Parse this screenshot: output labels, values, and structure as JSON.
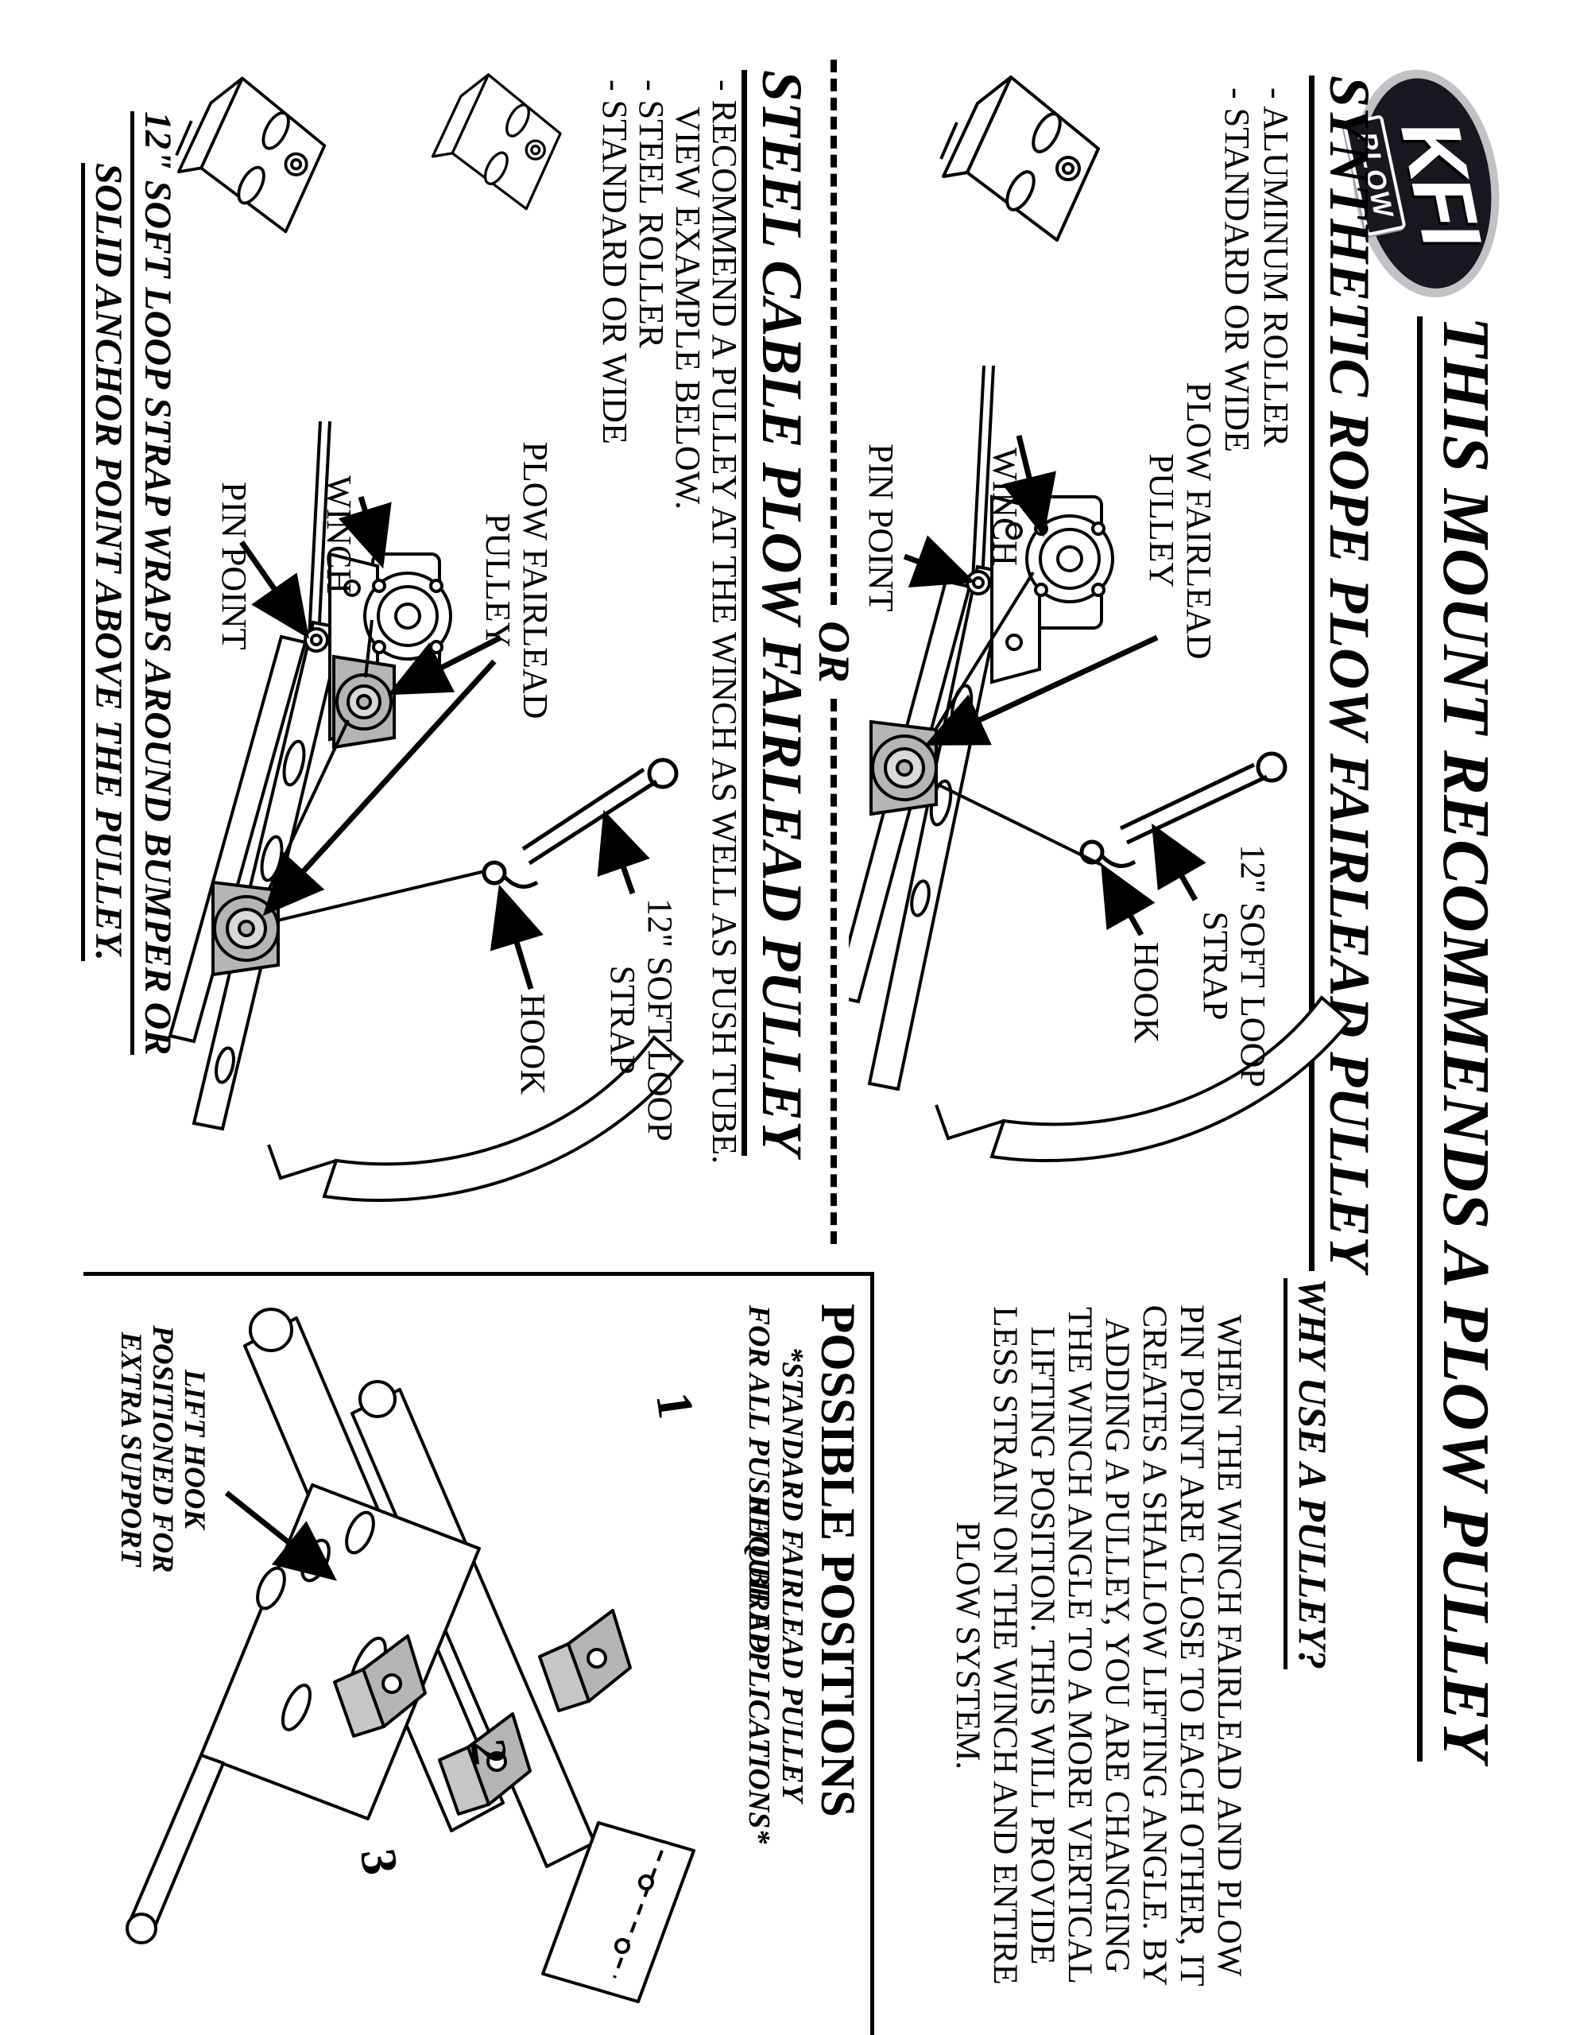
{
  "logo": {
    "brand": "KFI",
    "sub": "PLOW"
  },
  "title": "THIS MOUNT RECOMMENDS A PLOW PULLEY",
  "synthetic": {
    "heading": "SYNTHETIC ROPE PLOW FAIRLEAD PULLEY",
    "bullets": [
      "- ALUMINUM ROLLER",
      "- STANDARD OR WIDE"
    ],
    "labels": {
      "pulley_line1": "PLOW FAIRLEAD",
      "pulley_line2": "PULLEY",
      "winch": "WINCH",
      "pin_point": "PIN POINT",
      "strap_line1": "12\" SOFT LOOP",
      "strap_line2": "STRAP",
      "hook": "HOOK"
    }
  },
  "divider": {
    "or_label": "OR"
  },
  "steel": {
    "heading": "STEEL CABLE PLOW FAIRLEAD PULLEY",
    "bullets": [
      "- RECOMMEND A PULLEY AT THE WINCH AS WELL AS PUSH TUBE.",
      "VIEW EXAMPLE BELOW.",
      "- STEEL ROLLER",
      "- STANDARD OR WIDE"
    ],
    "labels": {
      "pulley_line1": "PLOW FAIRLEAD",
      "pulley_line2": "PULLEY",
      "winch": "WINCH",
      "pin_point": "PIN POINT",
      "strap_line1": "12\" SOFT LOOP",
      "strap_line2": "STRAP",
      "hook": "HOOK"
    }
  },
  "anchor_note": {
    "line1": "12\" SOFT LOOP STRAP WRAPS AROUND BUMPER OR",
    "line2": "SOLID ANCHOR POINT ABOVE THE PULLEY."
  },
  "why": {
    "heading": "WHY USE A PULLEY?",
    "lines": [
      "WHEN THE WINCH FAIRLEAD AND PLOW",
      "PIN POINT ARE CLOSE TO EACH OTHER, IT",
      "CREATES A SHALLOW LIFTING ANGLE. BY",
      "ADDING A PULLEY, YOU ARE CHANGING",
      "THE WINCH ANGLE TO A MORE VERTICAL",
      "LIFTING POSITION. THIS WILL PROVIDE",
      "LESS STRAIN ON THE WINCH AND ENTIRE",
      "PLOW SYSTEM."
    ]
  },
  "positions": {
    "heading": "POSSIBLE POSITIONS",
    "note_line1": "*STANDARD FAIRLEAD PULLEY REQUIRED",
    "note_line2": "FOR ALL PUSH TUBE APPLICATIONS*",
    "numbers": [
      "1",
      "2",
      "3"
    ],
    "lift_hook": [
      "LIFT HOOK",
      "POSITIONED FOR",
      "EXTRA SUPPORT"
    ]
  }
}
